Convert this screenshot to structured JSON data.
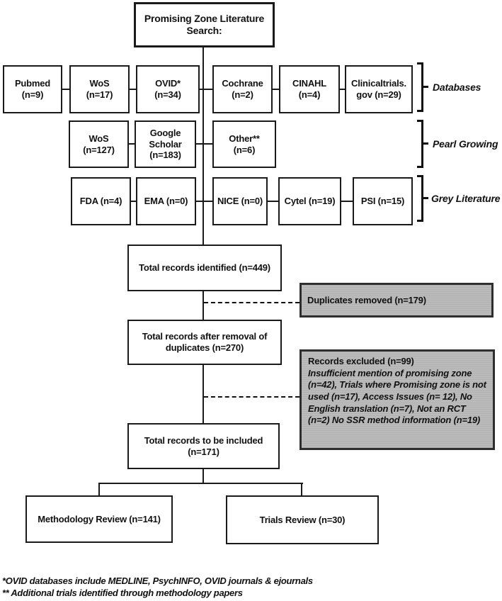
{
  "flowchart": {
    "title": "Promising Zone Literature\nSearch:",
    "source_rows": [
      {
        "bracket_label": "Databases",
        "boxes": [
          {
            "text": "Pubmed\n(n=9)"
          },
          {
            "text": "WoS\n(n=17)"
          },
          {
            "text": "OVID*\n(n=34)"
          },
          {
            "text": "Cochrane\n(n=2)"
          },
          {
            "text": "CINAHL\n(n=4)"
          },
          {
            "text": "Clinicaltrials.\ngov (n=29)"
          }
        ]
      },
      {
        "bracket_label": "Pearl Growing",
        "boxes": [
          {
            "text": "WoS\n(n=127)"
          },
          {
            "text": "Google\nScholar\n(n=183)"
          },
          {
            "text": "Other**\n(n=6)"
          }
        ]
      },
      {
        "bracket_label": "Grey Literature",
        "boxes": [
          {
            "text": "FDA (n=4)"
          },
          {
            "text": "EMA (n=0)"
          },
          {
            "text": "NICE (n=0)"
          },
          {
            "text": "Cytel (n=19)"
          },
          {
            "text": "PSI (n=15)"
          }
        ]
      }
    ],
    "flow_boxes": {
      "identified": "Total records identified (n=449)",
      "after_duplicates": "Total records after removal of\nduplicates (n=270)",
      "included": "Total records to be included\n(n=171)",
      "methodology": "Methodology Review (n=141)",
      "trials": "Trials Review (n=30)"
    },
    "side_boxes": {
      "duplicates": "Duplicates removed (n=179)",
      "excluded_title": "Records excluded (n=99)",
      "excluded_reasons": "Insufficient mention of promising zone (n=42), Trials where Promising zone is not used (n=17), Access Issues (n= 12), No English translation  (n=7), Not an RCT (n=2) No SSR method information (n=19)"
    },
    "footnotes": [
      "*OVID databases include MEDLINE, PsychINFO, OVID journals & ejournals",
      "** Additional trials identified through methodology papers"
    ],
    "colors": {
      "line": "#1a1a1a",
      "gray_fill": "#b5b5b5",
      "gray_border": "#2e2e2e",
      "background": "#ffffff"
    }
  }
}
